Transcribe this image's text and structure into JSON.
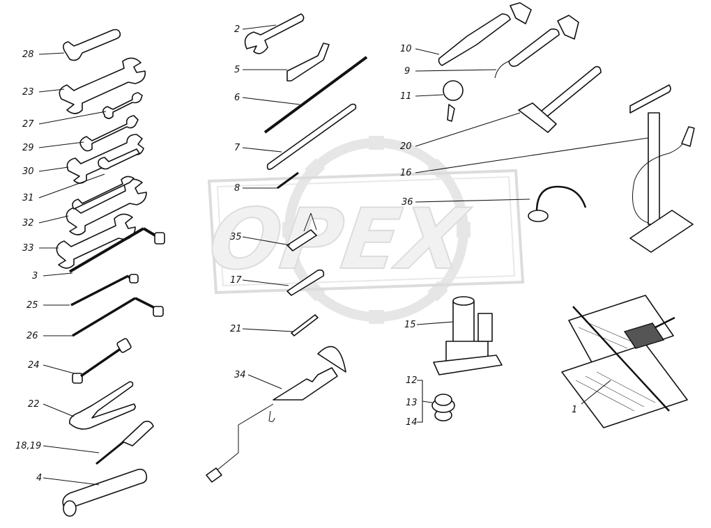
{
  "watermark": {
    "text": "OPEX"
  },
  "callouts": [
    {
      "id": "c28",
      "label": "28"
    },
    {
      "id": "c23",
      "label": "23"
    },
    {
      "id": "c27",
      "label": "27"
    },
    {
      "id": "c29",
      "label": "29"
    },
    {
      "id": "c30",
      "label": "30"
    },
    {
      "id": "c31",
      "label": "31"
    },
    {
      "id": "c32",
      "label": "32"
    },
    {
      "id": "c33",
      "label": "33"
    },
    {
      "id": "c3",
      "label": "3"
    },
    {
      "id": "c25",
      "label": "25"
    },
    {
      "id": "c26",
      "label": "26"
    },
    {
      "id": "c24",
      "label": "24"
    },
    {
      "id": "c22",
      "label": "22"
    },
    {
      "id": "c1819",
      "label": "18,19"
    },
    {
      "id": "c4",
      "label": "4"
    },
    {
      "id": "c2",
      "label": "2"
    },
    {
      "id": "c5",
      "label": "5"
    },
    {
      "id": "c6",
      "label": "6"
    },
    {
      "id": "c7",
      "label": "7"
    },
    {
      "id": "c8",
      "label": "8"
    },
    {
      "id": "c35",
      "label": "35"
    },
    {
      "id": "c17",
      "label": "17"
    },
    {
      "id": "c21",
      "label": "21"
    },
    {
      "id": "c34",
      "label": "34"
    },
    {
      "id": "c10",
      "label": "10"
    },
    {
      "id": "c9",
      "label": "9"
    },
    {
      "id": "c11",
      "label": "11"
    },
    {
      "id": "c20",
      "label": "20"
    },
    {
      "id": "c16",
      "label": "16"
    },
    {
      "id": "c36",
      "label": "36"
    },
    {
      "id": "c15",
      "label": "15"
    },
    {
      "id": "c12",
      "label": "12"
    },
    {
      "id": "c13",
      "label": "13"
    },
    {
      "id": "c14",
      "label": "14"
    },
    {
      "id": "c1",
      "label": "1"
    }
  ]
}
